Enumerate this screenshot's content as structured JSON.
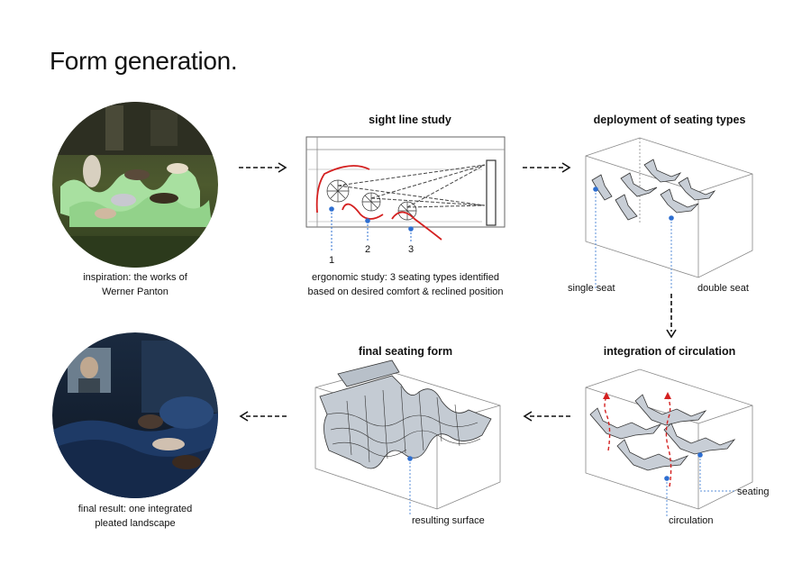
{
  "title": "Form generation.",
  "steps": {
    "inspiration": {
      "caption_line1": "inspiration: the works of",
      "caption_line2": "Werner Panton"
    },
    "sightline": {
      "heading": "sight line study",
      "caption_line1": "ergonomic study: 3 seating types identified",
      "caption_line2": "based on desired comfort & reclined position",
      "markers": [
        "1",
        "2",
        "3"
      ]
    },
    "deployment": {
      "heading": "deployment of seating types",
      "label_single": "single seat",
      "label_double": "double seat"
    },
    "circulation": {
      "heading": "integration of circulation",
      "label_seating": "seating",
      "label_circulation": "circulation"
    },
    "final_form": {
      "heading": "final seating form",
      "label_surface": "resulting surface"
    },
    "final_result": {
      "caption_line1": "final result: one integrated",
      "caption_line2": "pleated landscape"
    }
  },
  "colors": {
    "accent_red": "#d42020",
    "marker_blue": "#2e6fd1",
    "leader_blue": "#5a8fd8"
  }
}
